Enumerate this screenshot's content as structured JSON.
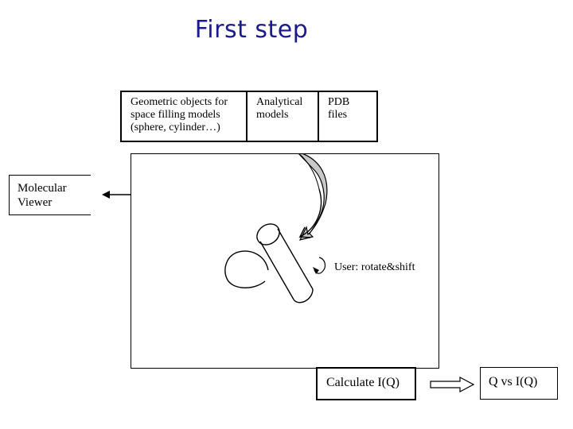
{
  "title": "First step",
  "sources": {
    "geometric_lines": [
      "Geometric objects for",
      "space filling models",
      "(sphere, cylinder…)"
    ],
    "analytical_lines": [
      "Analytical",
      "models"
    ],
    "pdb_lines": [
      "PDB",
      "files"
    ]
  },
  "viewer": {
    "lines": [
      "Molecular",
      "Viewer"
    ]
  },
  "canvas": {
    "user_label": "User: rotate&shift"
  },
  "calculate": {
    "label": "Calculate I(Q)"
  },
  "output": {
    "label": "Q vs I(Q)"
  }
}
